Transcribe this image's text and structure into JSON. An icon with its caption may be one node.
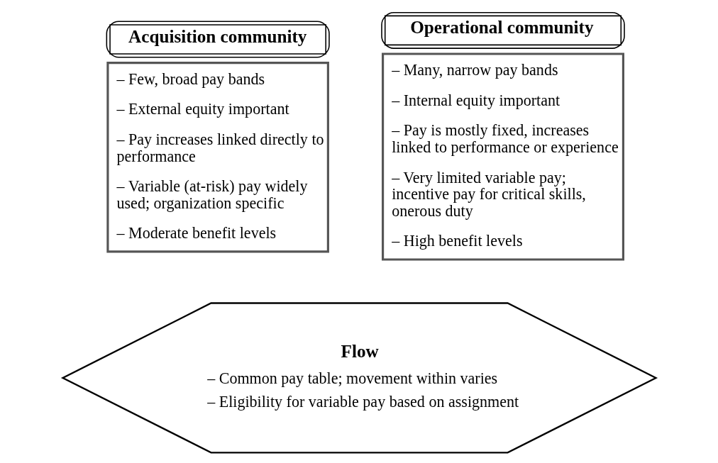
{
  "diagram": {
    "nodes": [
      {
        "text": [
          "Acquisition community",
          "– Few, broad pay bands",
          "– External equity important",
          "– Pay increases linked directly to performance",
          "– Variable (at-risk) pay widely used; organization specific",
          "– Moderate benefit levels"
        ]
      },
      {
        "text": [
          "Operational community",
          "– Many, narrow pay bands",
          "– Internal equity important",
          "– Pay is mostly fixed, increases linked to performance or experience",
          "– Very limited variable pay; incentive pay for critical skills, onerous duty",
          "– High benefit levels"
        ]
      },
      {
        "text": [
          "Flow",
          "– Common pay table; movement within varies",
          "– Eligibility for variable pay based on assignment"
        ]
      }
    ],
    "edges": []
  }
}
